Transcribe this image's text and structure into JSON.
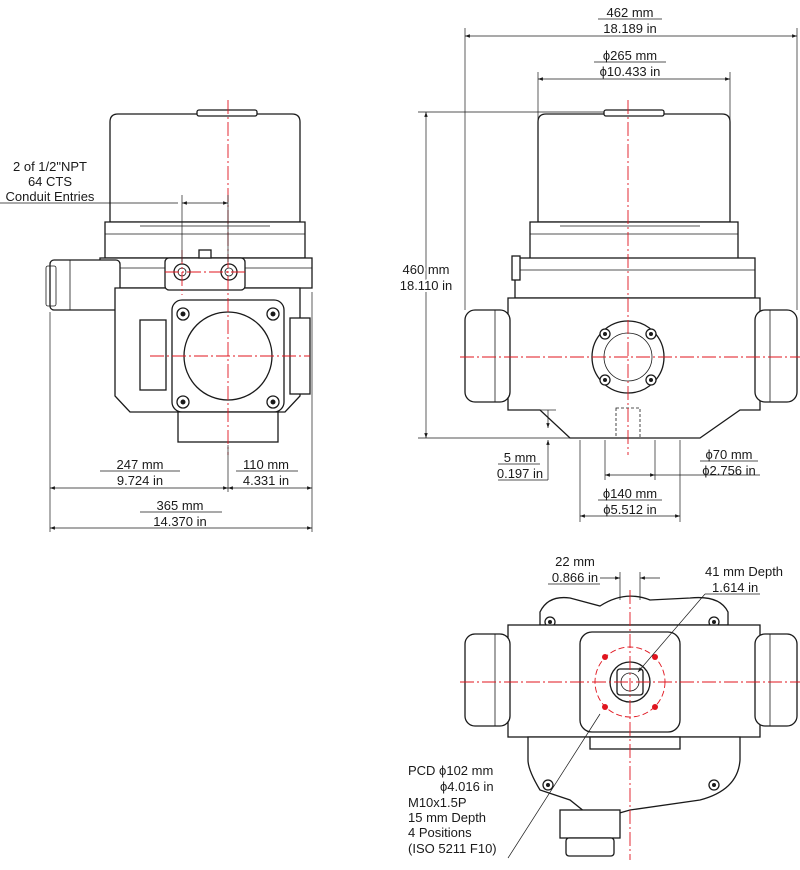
{
  "front_view": {
    "conduit_note": [
      "2 of 1/2\"NPT",
      "64 CTS",
      "Conduit Entries"
    ],
    "dim_247": [
      "247 mm",
      "9.724 in"
    ],
    "dim_110": [
      "110 mm",
      "4.331 in"
    ],
    "dim_365": [
      "365 mm",
      "14.370 in"
    ]
  },
  "side_view": {
    "dim_462": [
      "462 mm",
      "18.189 in"
    ],
    "dim_265": [
      "ϕ265 mm",
      "ϕ10.433 in"
    ],
    "dim_460": [
      "460 mm",
      "18.110 in"
    ],
    "dim_5": [
      "5 mm",
      "0.197 in"
    ],
    "dim_70": [
      "ϕ70 mm",
      "ϕ2.756 in"
    ],
    "dim_140": [
      "ϕ140 mm",
      "ϕ5.512 in"
    ]
  },
  "bottom_view": {
    "dim_22": [
      "22 mm",
      "0.866 in"
    ],
    "depth_41": [
      "41 mm Depth",
      "1.614 in"
    ],
    "pcd_note": [
      "PCD ϕ102 mm",
      "ϕ4.016 in",
      "M10x1.5P",
      "15 mm Depth",
      "4 Positions",
      "(ISO 5211 F10)"
    ]
  }
}
